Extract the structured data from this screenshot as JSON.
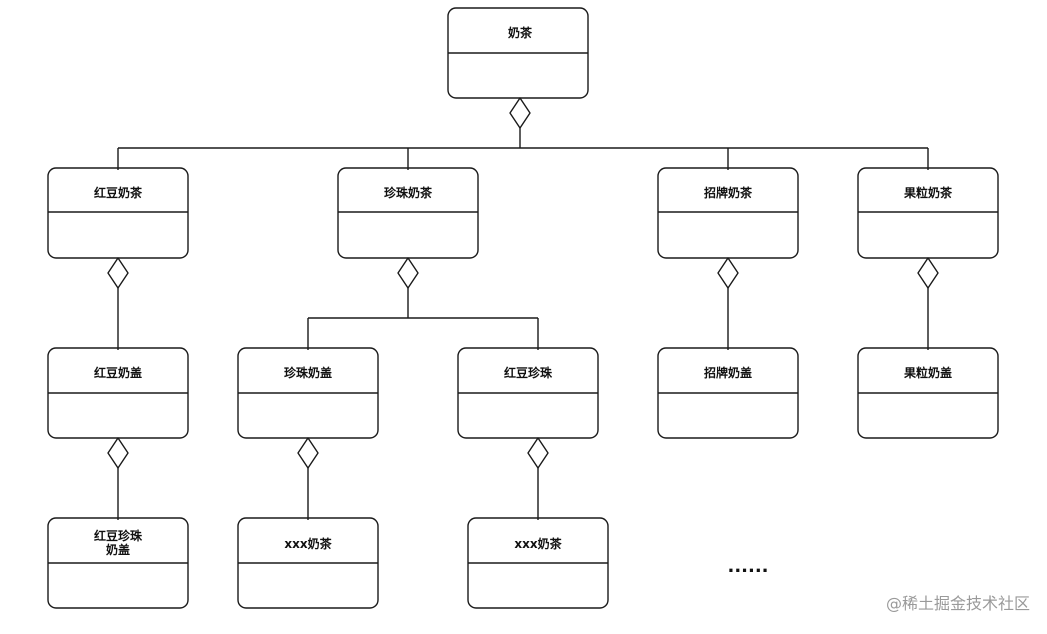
{
  "diagram": {
    "nodes": {
      "root": "奶茶",
      "hongdou_naicha": "红豆奶茶",
      "zhenzhu_naicha": "珍珠奶茶",
      "zhaopai_naicha": "招牌奶茶",
      "guoli_naicha": "果粒奶茶",
      "hongdou_naigai": "红豆奶盖",
      "zhenzhu_naigai": "珍珠奶盖",
      "hongdou_zhenzhu": "红豆珍珠",
      "zhaopai_naigai": "招牌奶盖",
      "guoli_naigai": "果粒奶盖",
      "hongdou_zhenzhu_naigai_line1": "红豆珍珠",
      "hongdou_zhenzhu_naigai_line2": "奶盖",
      "xxx_naicha_1": "xxx奶茶",
      "xxx_naicha_2": "xxx奶茶"
    },
    "ellipsis": "......",
    "watermark": "@稀土掘金技术社区"
  }
}
